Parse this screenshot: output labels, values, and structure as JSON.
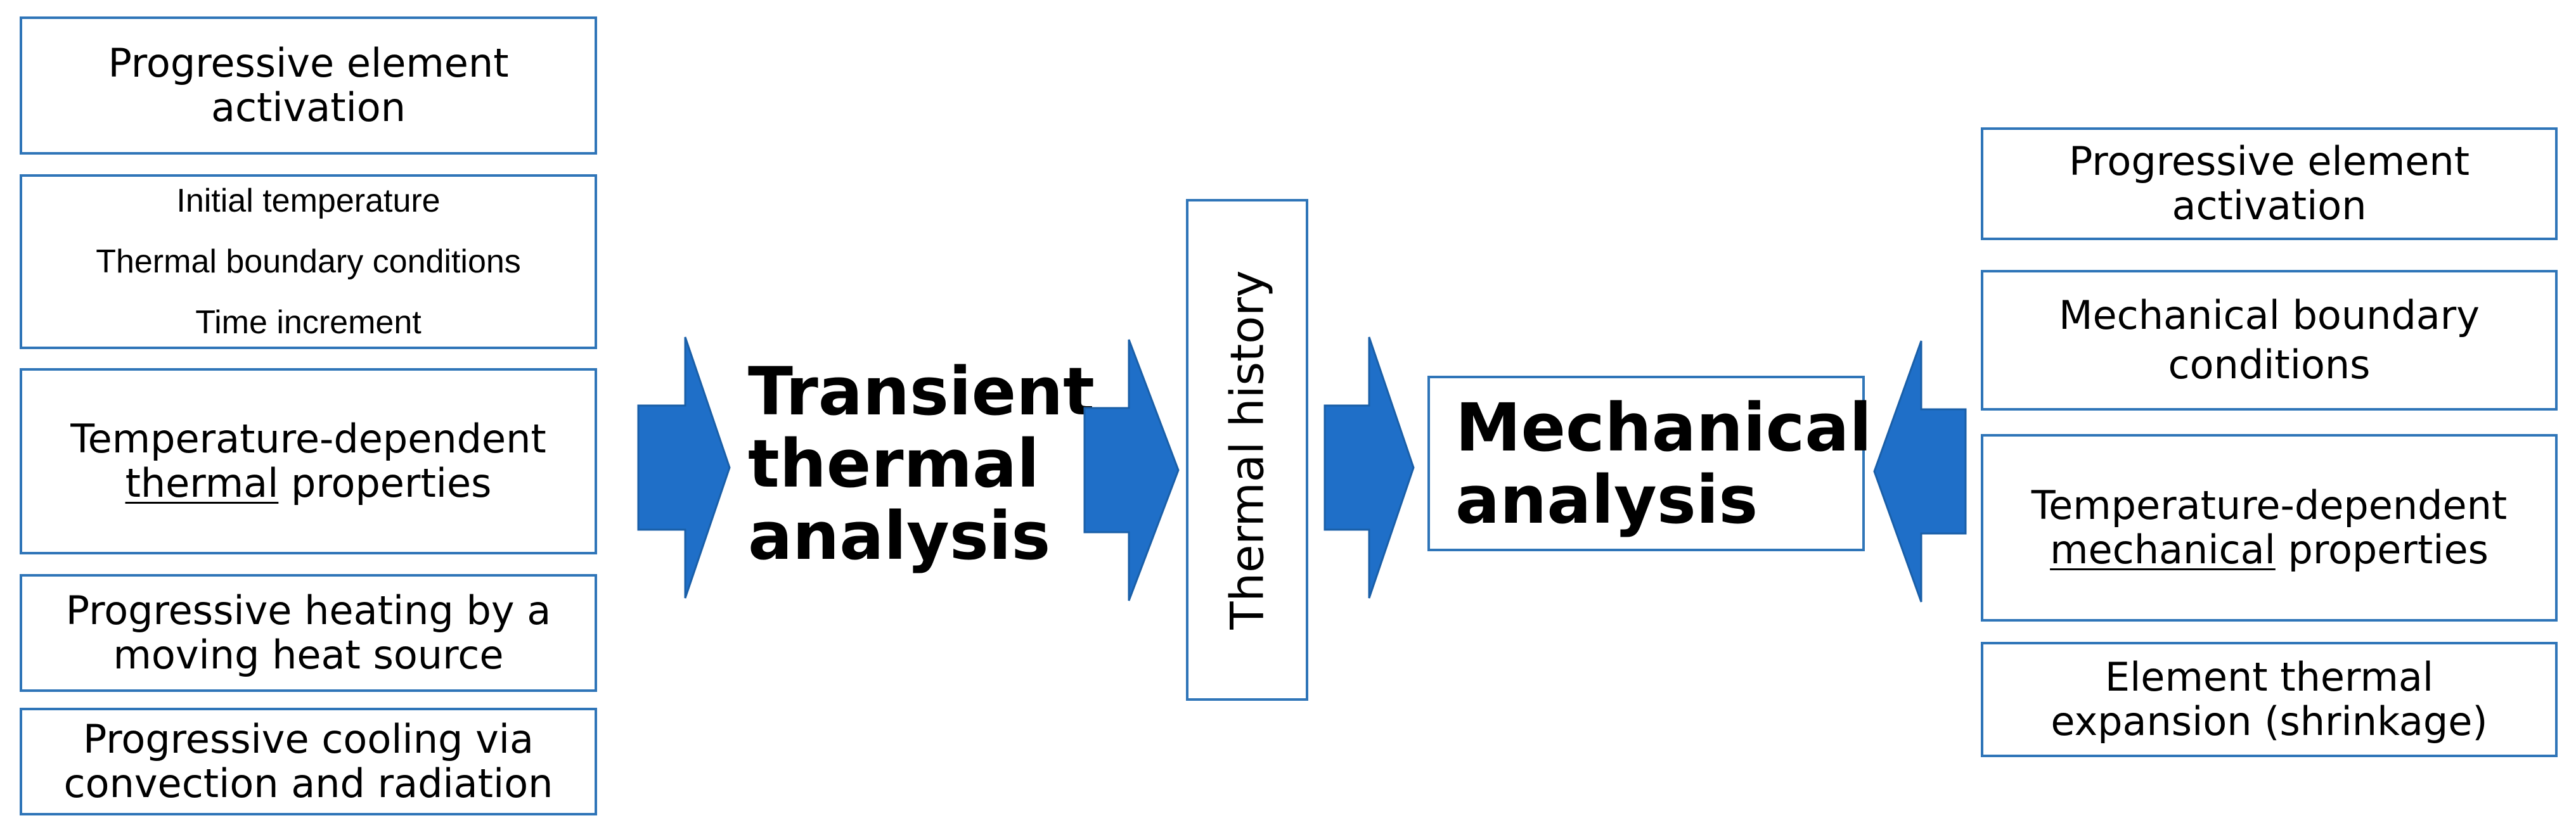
{
  "left_inputs": {
    "activation": [
      "Progressive element",
      "activation"
    ],
    "conditions": [
      "Initial temperature",
      "Thermal boundary conditions",
      "Time increment"
    ],
    "thermal_props": {
      "line1": "Temperature-dependent",
      "underlined": "thermal",
      "rest": " properties"
    },
    "heating": [
      "Progressive heating by a",
      "moving heat source"
    ],
    "cooling": [
      "Progressive cooling via",
      "convection and radiation"
    ]
  },
  "transient": [
    "Transient",
    "thermal",
    "analysis"
  ],
  "thermal_history": "Thermal history",
  "mechanical": [
    "Mechanical",
    "analysis"
  ],
  "right_inputs": {
    "activation": [
      "Progressive element",
      "activation"
    ],
    "boundary": [
      "Mechanical boundary",
      "conditions"
    ],
    "mech_props": {
      "line1": "Temperature-dependent",
      "underlined": "mechanical",
      "rest": " properties"
    },
    "expansion": [
      "Element thermal",
      "expansion (shrinkage)"
    ]
  },
  "colors": {
    "box_border": "#2f75b8",
    "arrow_fill": "#1f6fc8",
    "arrow_stroke": "#1a5fa8"
  }
}
